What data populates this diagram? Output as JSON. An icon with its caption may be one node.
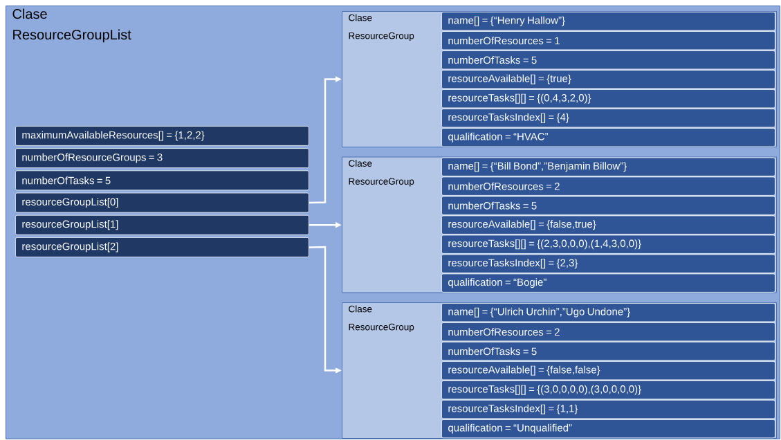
{
  "diagram": {
    "nodes": [
      {
        "text": [
          "Clase ResourceGroupList"
        ]
      },
      {
        "text": [
          "maximumAvailableResources[] = {1,2,2}"
        ],
        "in": 0
      },
      {
        "text": [
          "numberOfResourceGroups = 3"
        ],
        "in": 0
      },
      {
        "text": [
          "numberOfTasks = 5"
        ],
        "in": 0
      },
      {
        "text": [
          "resourceGroupList[0]"
        ],
        "in": 0
      },
      {
        "text": [
          "resourceGroupList[1]"
        ],
        "in": 0
      },
      {
        "text": [
          "resourceGroupList[2]"
        ],
        "in": 0
      },
      {
        "text": [
          "Clase ResourceGroup"
        ],
        "in": 0
      },
      {
        "text": [
          "name[] = {“Henry Hallow”}"
        ],
        "in": 7
      },
      {
        "text": [
          "numberOfResources = 1"
        ],
        "in": 7
      },
      {
        "text": [
          "numberOfTasks = 5"
        ],
        "in": 7
      },
      {
        "text": [
          "resourceAvailable[] = {true}"
        ],
        "in": 7
      },
      {
        "text": [
          "resourceTasks[][] = {(0,4,3,2,0)}"
        ],
        "in": 7
      },
      {
        "text": [
          "resourceTasksIndex[] = {4}"
        ],
        "in": 7
      },
      {
        "text": [
          "qualification = “HVAC”"
        ],
        "in": 7
      },
      {
        "text": [
          "Clase ResourceGroup"
        ],
        "in": 0
      },
      {
        "text": [
          "name[] = {“Bill Bond”,”Benjamin Billow”}"
        ],
        "in": 15
      },
      {
        "text": [
          "numberOfResources = 2"
        ],
        "in": 15
      },
      {
        "text": [
          "numberOfTasks = 5"
        ],
        "in": 15
      },
      {
        "text": [
          "resourceAvailable[] = {false,true}"
        ],
        "in": 15
      },
      {
        "text": [
          "resourceTasks[][] = {(2,3,0,0,0),(1,4,3,0,0)}"
        ],
        "in": 15
      },
      {
        "text": [
          "resourceTasksIndex[] = {2,3}"
        ],
        "in": 15
      },
      {
        "text": [
          "qualification = “Bogie”"
        ],
        "in": 15
      },
      {
        "text": [
          "Clase ResourceGroup"
        ],
        "in": 0
      },
      {
        "text": [
          "name[] = {“Ulrich Urchin”,”Ugo Undone”}"
        ],
        "in": 23
      },
      {
        "text": [
          "numberOfResources = 2"
        ],
        "in": 23
      },
      {
        "text": [
          "numberOfTasks = 5"
        ],
        "in": 23
      },
      {
        "text": [
          "resourceAvailable[] = {false,false}"
        ],
        "in": 23
      },
      {
        "text": [
          "resourceTasks[][] = {(3,0,0,0,0),(3,0,0,0,0)}"
        ],
        "in": 23
      },
      {
        "text": [
          "resourceTasksIndex[] = {1,1}"
        ],
        "in": 23
      },
      {
        "text": [
          "qualification = “Unqualified”"
        ],
        "in": 23
      }
    ],
    "edges": [
      {
        "from": 4,
        "to": 7,
        "arrow": "to"
      },
      {
        "from": 5,
        "to": 15,
        "arrow": "to"
      },
      {
        "from": 6,
        "to": 23,
        "arrow": "to"
      }
    ]
  }
}
